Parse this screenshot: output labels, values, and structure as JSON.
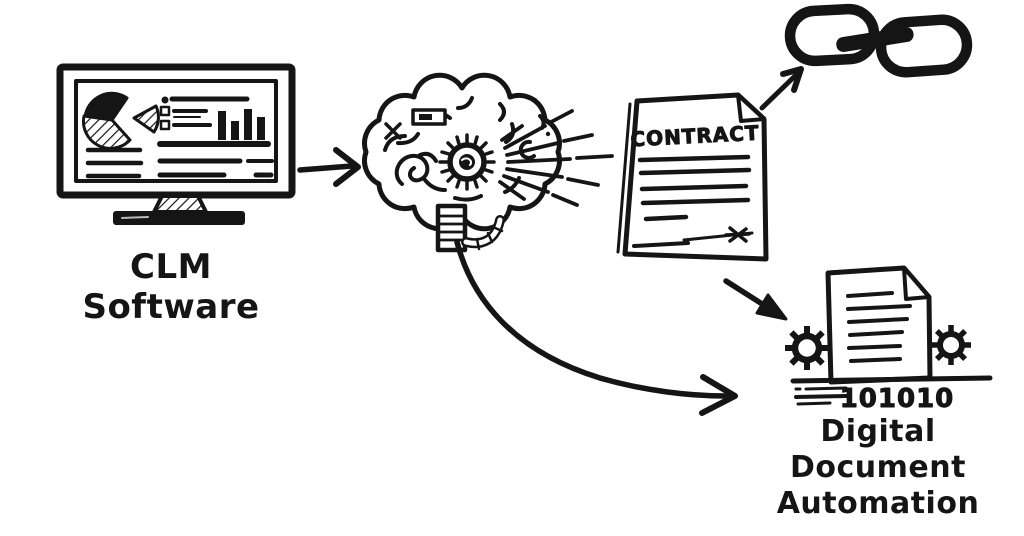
{
  "style": "hand-drawn sketch flow diagram",
  "colors": {
    "ink": "#151515",
    "paper": "#ffffff"
  },
  "nodes": [
    {
      "id": "clm-software",
      "icon": "monitor-dashboard-icon",
      "label": "CLM Software"
    },
    {
      "id": "ai-brain",
      "icon": "brain-gear-icon"
    },
    {
      "id": "contract",
      "icon": "contract-document-icon",
      "title": "CONTRACT"
    },
    {
      "id": "chain-link",
      "icon": "chain-link-icon"
    },
    {
      "id": "digital-document-automation",
      "icon": "document-gears-icon",
      "binary_text": "101010",
      "label_lines": [
        "Digital",
        "Document",
        "Automation"
      ]
    }
  ],
  "edges": [
    {
      "from": "clm-software",
      "to": "ai-brain",
      "type": "straight-arrow"
    },
    {
      "from": "ai-brain",
      "to": "contract",
      "type": "burst-rays"
    },
    {
      "from": "contract",
      "to": "chain-link",
      "type": "straight-arrow"
    },
    {
      "from": "contract",
      "to": "digital-document-automation",
      "type": "straight-arrow"
    },
    {
      "from": "ai-brain",
      "to": "digital-document-automation",
      "type": "curved-arrow"
    }
  ]
}
